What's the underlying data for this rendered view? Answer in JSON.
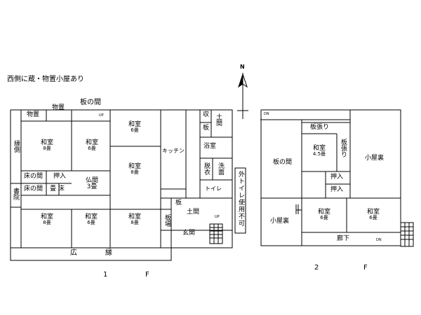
{
  "note": "西側に蔵・物置小屋あり",
  "compass": "N",
  "floor1": {
    "label": "1",
    "label_f": "F",
    "rooms": {
      "monooki_a": "物置",
      "monooki_b": "物置",
      "itanoma": "板の間",
      "washitsu_nw": {
        "name": "和室",
        "size": "8畳"
      },
      "washitsu_nc": {
        "name": "和室",
        "size": "6畳"
      },
      "washitsu_ne": {
        "name": "和室",
        "size": "6畳"
      },
      "washitsu_mid": {
        "name": "和室",
        "size": "8畳"
      },
      "engawa": "縁側",
      "tokonoma": "床の間",
      "oshiire": "押入",
      "tokonoma2": "床の間",
      "tatami_toko": "畳 床",
      "butsuma": {
        "name": "仏間",
        "size": "3畳"
      },
      "shoin": "書院",
      "washitsu_sw": {
        "name": "和室",
        "size": "8畳"
      },
      "washitsu_sc": {
        "name": "和室",
        "size": "6畳"
      },
      "washitsu_se": {
        "name": "和室",
        "size": "8畳"
      },
      "hiroen": [
        "広",
        "縁"
      ],
      "kitchen": "キッチン",
      "shu": "収",
      "ita": "板",
      "doma_top": "土間",
      "yokushitsu": "浴室",
      "datsui": "脱衣",
      "senmen": "洗面",
      "toilet": "トイレ",
      "ita_small": "板",
      "doma": "土間",
      "itaba": "板場",
      "genkan": "玄関",
      "up_a": "UP",
      "up_b": "UP"
    }
  },
  "outdoor_toilet": "外トイレ使用不可",
  "floor2": {
    "label": "2",
    "label_f": "F",
    "rooms": {
      "dn_top": "DN",
      "itabari_top": "板張り",
      "itanoma": "板の間",
      "washitsu_45": {
        "name": "和室",
        "size": "4.5畳"
      },
      "itabari_side": "板張り",
      "koyaura_ne": "小屋裏",
      "oshiire_a": "押入",
      "oshiire_b": "押入",
      "koyaura_w": "小屋裏",
      "washitsu_s1": {
        "name": "和室",
        "size": "6畳"
      },
      "washitsu_s2": {
        "name": "和室",
        "size": "6畳"
      },
      "rouka": "廊下",
      "dn_bottom": "DN"
    }
  }
}
